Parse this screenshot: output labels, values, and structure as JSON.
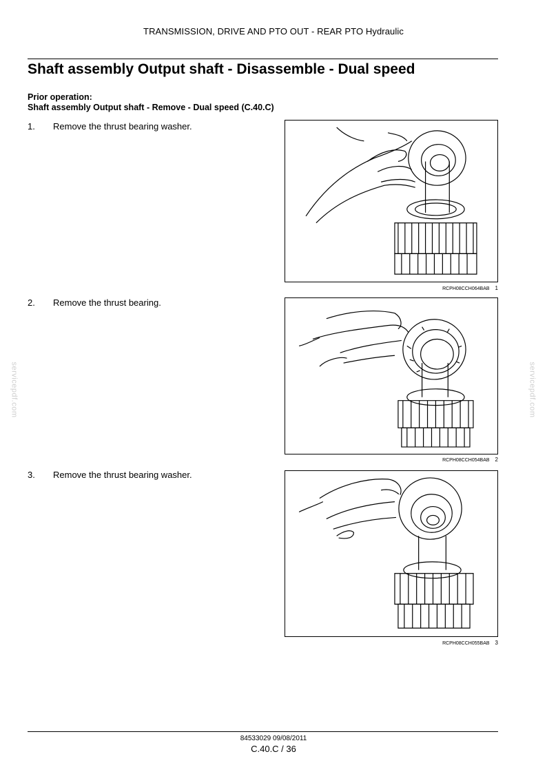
{
  "header": {
    "section": "TRANSMISSION, DRIVE AND PTO OUT - REAR PTO Hydraulic"
  },
  "title": "Shaft assembly Output shaft - Disassemble - Dual speed",
  "prior_operation": {
    "label": "Prior operation:",
    "link": "Shaft assembly Output shaft - Remove - Dual speed (C.40.C)"
  },
  "steps": [
    {
      "number": "1.",
      "text": "Remove the thrust bearing washer.",
      "figure_code": "RCPH08CCH064BAB",
      "figure_number": "1"
    },
    {
      "number": "2.",
      "text": "Remove the thrust bearing.",
      "figure_code": "RCPH08CCH054BAB",
      "figure_number": "2"
    },
    {
      "number": "3.",
      "text": "Remove the thrust bearing washer.",
      "figure_code": "RCPH08CCH055BAB",
      "figure_number": "3"
    }
  ],
  "watermark": "servicepdf.com",
  "footer": {
    "doc_ref": "84533029 09/08/2011",
    "page": "C.40.C / 36"
  }
}
